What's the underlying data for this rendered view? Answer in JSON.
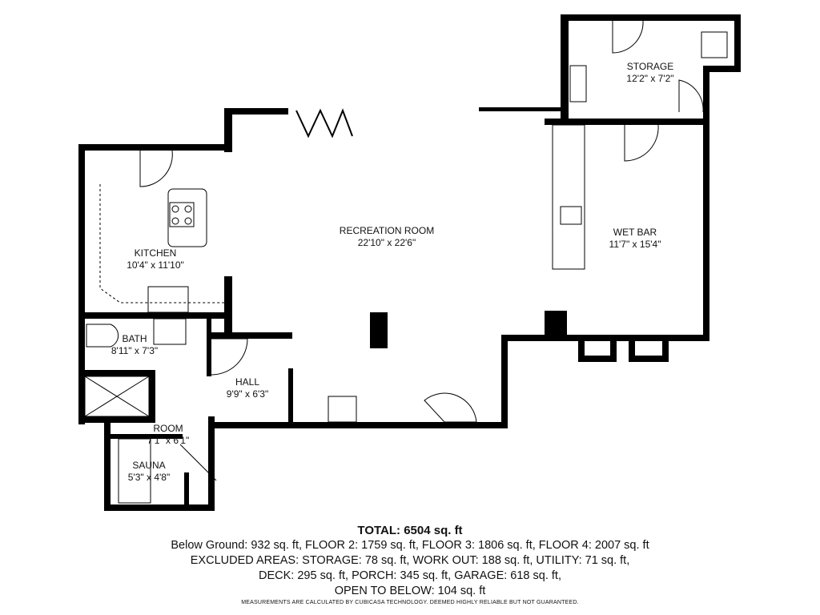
{
  "rooms": [
    {
      "name": "STORAGE",
      "dims": "12'2\" x 7'2\""
    },
    {
      "name": "RECREATION ROOM",
      "dims": "22'10\" x 22'6\""
    },
    {
      "name": "WET BAR",
      "dims": "11'7\" x 15'4\""
    },
    {
      "name": "KITCHEN",
      "dims": "10'4\" x 11'10\""
    },
    {
      "name": "BATH",
      "dims": "8'11\" x 7'3\""
    },
    {
      "name": "HALL",
      "dims": "9'9\" x 6'3\""
    },
    {
      "name": "ROOM",
      "dims": "7'1\" x 6'1\""
    },
    {
      "name": "SAUNA",
      "dims": "5'3\" x 4'8\""
    }
  ],
  "summary": {
    "total": "TOTAL: 6504 sq. ft",
    "lines": [
      "Below Ground: 932 sq. ft, FLOOR 2: 1759 sq. ft, FLOOR 3: 1806 sq. ft, FLOOR 4: 2007 sq. ft",
      "EXCLUDED AREAS: STORAGE: 78 sq. ft, WORK OUT: 188 sq. ft, UTILITY: 71 sq. ft,",
      "DECK: 295 sq. ft, PORCH: 345 sq. ft, GARAGE: 618 sq. ft,",
      "OPEN TO BELOW: 104 sq. ft"
    ],
    "disclaimer": "MEASUREMENTS ARE CALCULATED BY CUBICASA TECHNOLOGY. DEEMED HIGHLY RELIABLE BUT NOT GUARANTEED."
  },
  "colors": {
    "wall": "#000000",
    "background": "#ffffff"
  }
}
